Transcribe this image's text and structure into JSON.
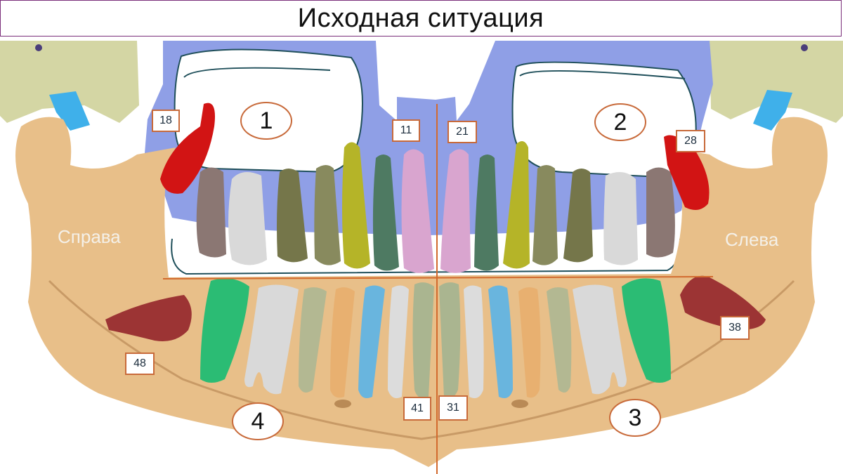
{
  "title": "Исходная ситуация",
  "side_labels": {
    "right": "Справа",
    "left": "Слева"
  },
  "quadrants": {
    "q1": "1",
    "q2": "2",
    "q3": "3",
    "q4": "4"
  },
  "tooth_labels": {
    "t18": "18",
    "t11": "11",
    "t21": "21",
    "t28": "28",
    "t48": "48",
    "t41": "41",
    "t31": "31",
    "t38": "38"
  },
  "colors": {
    "skull": "#8f9fe6",
    "mandible": "#e8bf89",
    "condyle_bone": "#d4d6a4",
    "disc": "#3fb0ea",
    "wisdom_upper": "#d21414",
    "wisdom_lower": "#9c3434",
    "midline": "#d26a2e",
    "label_border": "#c86a3a"
  }
}
